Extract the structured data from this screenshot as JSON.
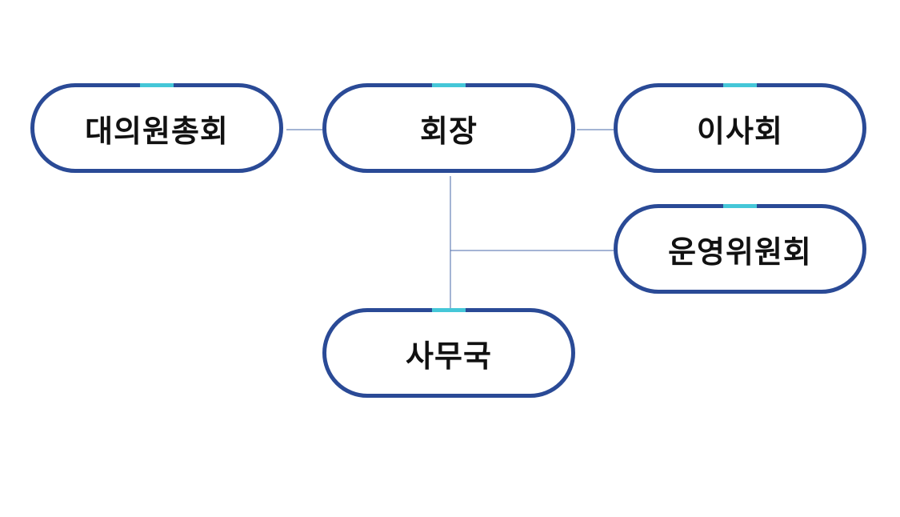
{
  "diagram": {
    "nodes": {
      "assembly": "대의원총회",
      "president": "회장",
      "board": "이사회",
      "steering": "운영위원회",
      "secretariat": "사무국"
    },
    "colors": {
      "border": "#2a4a96",
      "accent": "#45c7d8",
      "connector": "#4a6aa8",
      "text": "#111111"
    }
  }
}
